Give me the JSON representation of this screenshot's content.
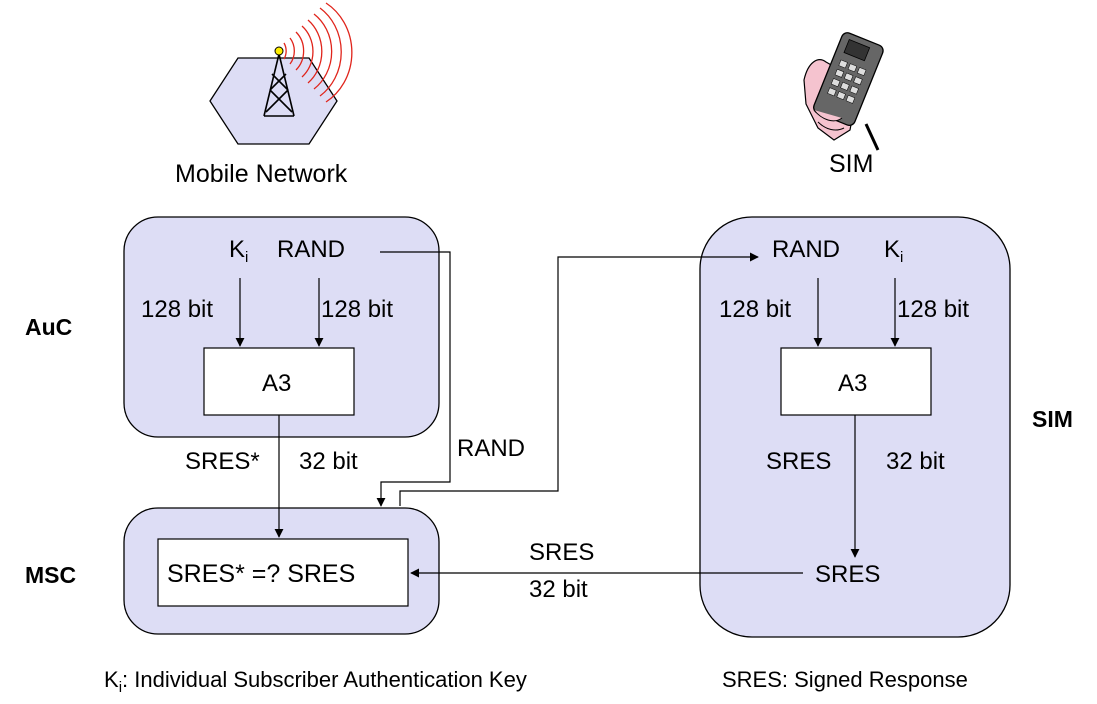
{
  "colors": {
    "box_fill": "#ddddf5",
    "box_stroke": "#000000",
    "waves": "#e0241b",
    "antenna_tip": "#ffee00"
  },
  "icons": {
    "network": "antenna-tower-icon",
    "phone": "hand-holding-phone-icon"
  },
  "network_caption": "Mobile Network",
  "sim_caption": "SIM",
  "side_labels": {
    "auc": "AuC",
    "msc": "MSC",
    "sim": "SIM"
  },
  "auc": {
    "ki_main": "K",
    "ki_sub": "i",
    "rand": "RAND",
    "bits_left": "128 bit",
    "bits_right": "128 bit",
    "algo": "A3"
  },
  "auc_output": {
    "sres_star": "SRES*",
    "bits": "32 bit"
  },
  "rand_link": "RAND",
  "sim_box": {
    "rand": "RAND",
    "ki_main": "K",
    "ki_sub": "i",
    "bits_left": "128 bit",
    "bits_right": "128 bit",
    "algo": "A3",
    "sres_label": "SRES",
    "sres_bits": "32 bit",
    "sres_out": "SRES"
  },
  "msc": {
    "compare": "SRES* =? SRES"
  },
  "sres_link": {
    "label": "SRES",
    "bits": "32 bit"
  },
  "legend": {
    "ki_main": "K",
    "ki_sub": "i",
    "ki_desc": ": Individual Subscriber Authentication Key",
    "sres_def": "SRES: Signed Response"
  }
}
